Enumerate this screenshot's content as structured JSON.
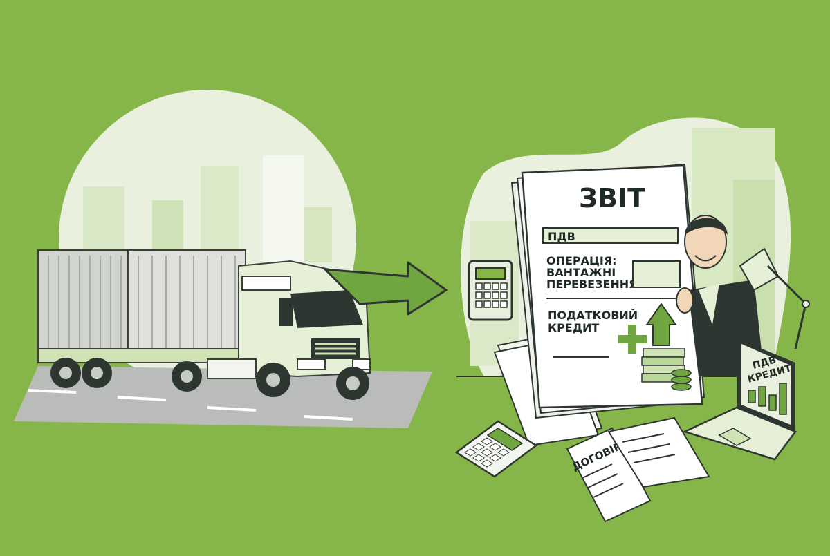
{
  "colors": {
    "background": "#86b64a",
    "pale_green": "#e9f1de",
    "light_green": "#cfe3b5",
    "mid_green": "#6fa640",
    "dark": "#26302b",
    "road": "#b9bcb8"
  },
  "report": {
    "title": "ЗВІТ",
    "vat_field": "ПДВ",
    "operation_line1": "ОПЕРАЦІЯ:",
    "operation_line2": "ВАНТАЖНІ",
    "operation_line3": "ПЕРЕВЕЗЕННЯ",
    "credit_line1": "ПОДАТКОВИЙ",
    "credit_line2": "КРЕДИТ"
  },
  "contract": {
    "label": "ДОГОВІР"
  },
  "laptop": {
    "line1": "ПДВ",
    "line2": "КРЕДИТ"
  },
  "icons": [
    "truck-icon",
    "arrow-right-icon",
    "calculator-icon",
    "plus-icon",
    "up-arrow-icon",
    "money-stack-icon",
    "lamp-icon",
    "laptop-icon",
    "bar-chart-icon"
  ]
}
